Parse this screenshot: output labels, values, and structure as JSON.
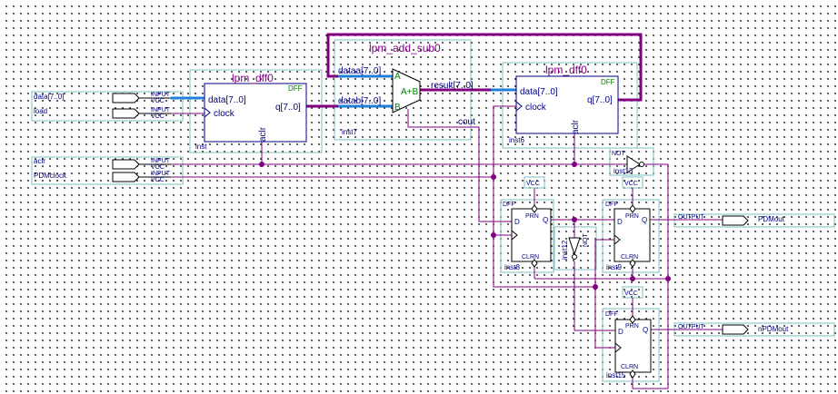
{
  "inputs": {
    "data": {
      "name": "data[7..0]",
      "tag": "INPUT",
      "vcc": "VCC"
    },
    "load": {
      "name": "load",
      "tag": "INPUT",
      "vcc": "VCC"
    },
    "aclr": {
      "name": "aclr",
      "tag": "INPUT",
      "vcc": "VCC"
    },
    "pdmclock": {
      "name": "PDMclock",
      "tag": "INPUT",
      "vcc": "VCC"
    }
  },
  "outputs": {
    "pdmout": {
      "name": "PDMout",
      "tag": "OUTPUT"
    },
    "npdmout": {
      "name": "nPDMout",
      "tag": "OUTPUT"
    }
  },
  "blocks": {
    "dff_left": {
      "title": "lpm_dff0",
      "type": "DFF",
      "port_data": "data[7..0]",
      "port_clock": "clock",
      "port_q": "q[7..0]",
      "port_aclr": "aclr",
      "instance": "inst"
    },
    "adder": {
      "title": "lpm_add_sub0",
      "port_dataa": "dataa[7..0]",
      "port_datab": "datab[7..0]",
      "in_a": "A",
      "in_b": "B",
      "op": "A+B",
      "port_result": "result[7..0]",
      "port_cout": "cout",
      "instance": "inst7"
    },
    "dff_right": {
      "title": "lpm_dff0",
      "type": "DFF",
      "port_data": "data[7..0]",
      "port_clock": "clock",
      "port_q": "q[7..0]",
      "port_aclr": "aclr",
      "instance": "inst6"
    }
  },
  "flipflops": {
    "inst8": {
      "type": "DFF",
      "vcc": "VCC",
      "prn": "PRN",
      "d": "D",
      "q": "Q",
      "clrn": "CLRN",
      "instance": "inst8"
    },
    "inst9": {
      "type": "DFF",
      "vcc": "VCC",
      "prn": "PRN",
      "d": "D",
      "q": "Q",
      "clrn": "CLRN",
      "instance": "inst9"
    },
    "inst15": {
      "type": "DFF",
      "vcc": "VCC",
      "prn": "PRN",
      "d": "D",
      "q": "Q",
      "clrn": "CLRN",
      "instance": "inst15"
    }
  },
  "gates": {
    "inst13": {
      "type": "NOT",
      "instance": "inst13"
    },
    "inst12": {
      "type": "NOT",
      "instance": "inst12"
    }
  },
  "colors": {
    "bus": "#800080",
    "wire": "#800080",
    "block_border": "#000080",
    "outline": "#7fbfbf",
    "highlight_bus": "#1e7fd6",
    "node": "#800080"
  }
}
